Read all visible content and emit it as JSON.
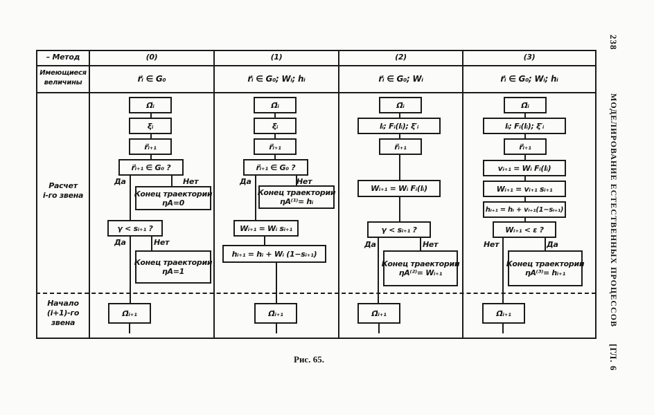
{
  "page": {
    "page_number": "238",
    "running_head": "МОДЕЛИРОВАНИЕ ЕСТЕСТВЕННЫХ ПРОЦЕССОВ",
    "chapter": "[ГЛ. 6",
    "caption": "Рис. 65."
  },
  "table": {
    "row_headers": {
      "method": "Метод",
      "known_1": "Имеющиеся",
      "known_2": "величины",
      "calc_1": "Расчет",
      "calc_2": "i-го звена",
      "start_1": "Начало",
      "start_2": "(i+1)-го",
      "start_3": "звена"
    },
    "columns": [
      {
        "method": "(0)",
        "known": "r⃗ᵢ ∈ G₀",
        "steps": [
          "Ω⃗ᵢ",
          "ξᵢ",
          "r⃗ᵢ₊₁"
        ],
        "check1": "r⃗ᵢ₊₁ ∈ G₀ ?",
        "yes": "Да",
        "no": "Нет",
        "end1_title": "Конец траектории",
        "end1_value": "ηA=0",
        "check2": "γ < sᵢ₊₁ ?",
        "yes2": "Да",
        "no2": "Нет",
        "end2_title": "Конец траектории",
        "end2_value": "ηA=1",
        "next": "Ω⃗ᵢ₊₁"
      },
      {
        "method": "(1)",
        "known": "r⃗ᵢ ∈ G₀; Wᵢ; hᵢ",
        "steps": [
          "Ω⃗ᵢ",
          "ξᵢ",
          "r⃗ᵢ₊₁"
        ],
        "check1": "r⃗ᵢ₊₁ ∈ G₀ ?",
        "yes": "Да",
        "no": "Нет",
        "end1_title": "Конец траектории",
        "end1_value": "ηA⁽¹⁾= hᵢ",
        "calc1": "Wᵢ₊₁ = Wᵢ sᵢ₊₁",
        "calc2": "hᵢ₊₁ = hᵢ + Wᵢ (1−sᵢ₊₁)",
        "next": "Ω⃗ᵢ₊₁"
      },
      {
        "method": "(2)",
        "known": "r⃗ᵢ ∈ G₀; Wᵢ",
        "steps": [
          "Ω⃗ᵢ",
          "lᵢ; Fᵢ(lᵢ); ξ′ᵢ",
          "r⃗ᵢ₊₁"
        ],
        "calc1": "Wᵢ₊₁ = Wᵢ Fᵢ(lᵢ)",
        "check1": "γ < sᵢ₊₁ ?",
        "yes": "Да",
        "no": "Нет",
        "end1_title": "Конец траектории",
        "end1_value": "ηA⁽²⁾= Wᵢ₊₁",
        "next": "Ω⃗ᵢ₊₁"
      },
      {
        "method": "(3)",
        "known": "r⃗ᵢ ∈ G₀; Wᵢ; hᵢ",
        "steps": [
          "Ω⃗ᵢ",
          "lᵢ; Fᵢ(lᵢ); ξ′ᵢ",
          "r⃗ᵢ₊₁",
          "vᵢ₊₁ = Wᵢ Fᵢ(lᵢ)",
          "Wᵢ₊₁ = vᵢ₊₁ sᵢ₊₁",
          "hᵢ₊₁ = hᵢ + vᵢ₊₁(1−sᵢ₊₁)"
        ],
        "check1": "Wᵢ₊₁ < ε ?",
        "yes": "Да",
        "no": "Нет",
        "end1_title": "Конец траектории",
        "end1_value": "ηA⁽³⁾= hᵢ₊₁",
        "next": "Ω⃗ᵢ₊₁"
      }
    ]
  }
}
